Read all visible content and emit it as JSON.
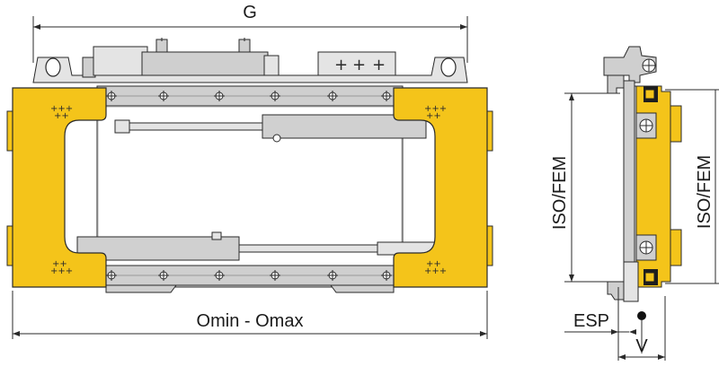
{
  "labels": {
    "g": "G",
    "omin_omax": "Omin - Omax",
    "iso_fem_left": "ISO/FEM",
    "iso_fem_right": "ISO/FEM",
    "esp": "ESP",
    "v": "V"
  },
  "colors": {
    "yellow": "#f4c41a",
    "yellow_dark": "#c99a05",
    "steel": "#cfcfcf",
    "steel_light": "#e4e4e4",
    "steel_dark": "#9a9a9a",
    "line": "#2a2a2a"
  }
}
